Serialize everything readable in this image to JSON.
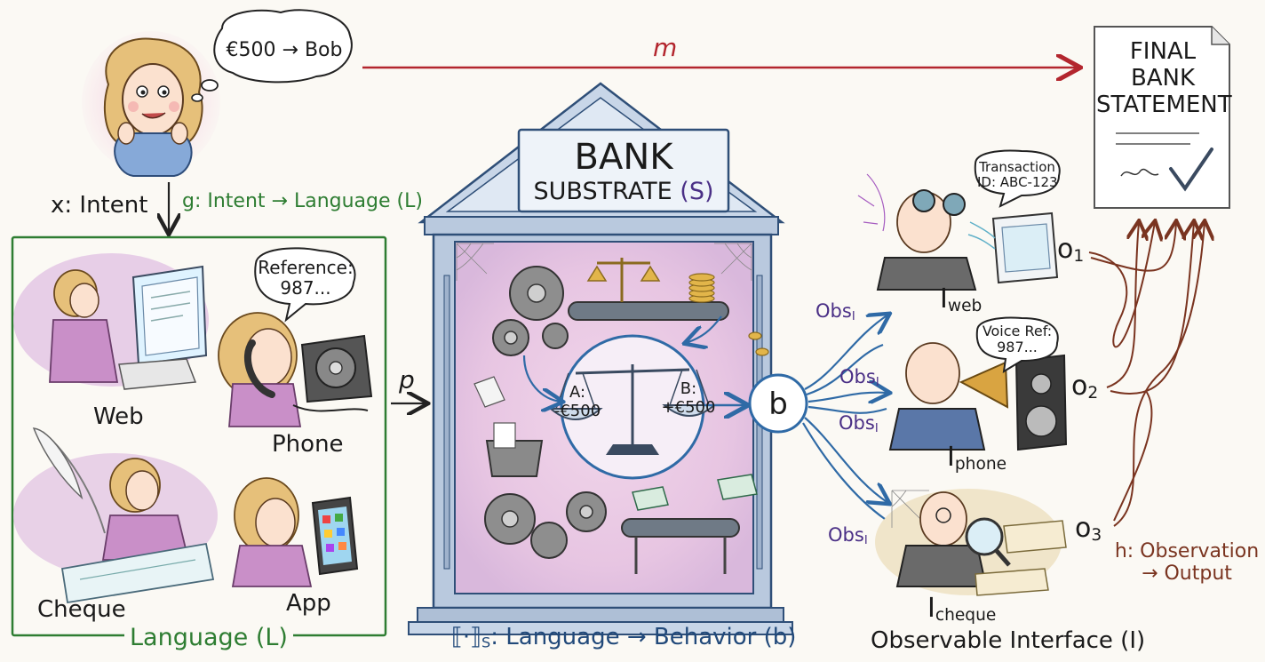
{
  "thought_bubble": "€500 → Bob",
  "arrow_m_label": "m",
  "intent_label": "x: Intent",
  "g_label": "g: Intent → Language (L)",
  "channels": {
    "web": "Web",
    "phone": "Phone",
    "cheque": "Cheque",
    "app": "App",
    "phone_bubble": [
      "Reference:",
      "987..."
    ]
  },
  "language_box_label": "Language (L)",
  "p_label": "p",
  "bank_sign": {
    "line1": "BANK",
    "line2_prefix": "SUBSTRATE",
    "line2_sym": "(S)"
  },
  "scale": {
    "left_top": "A:",
    "left_bottom": "-€500",
    "right_top": "B:",
    "right_bottom": "+€500"
  },
  "behavior_node": "b",
  "semantics_label": {
    "bracket": "⟦·⟧",
    "sub": "S",
    "rest": ": Language → Behavior (b)"
  },
  "obs": {
    "base": "Obs",
    "sub": "I"
  },
  "interfaces": {
    "web": {
      "bubble": [
        "Transaction",
        "ID: ABC-123"
      ],
      "label_base": "I",
      "label_sub": "web",
      "out_base": "o",
      "out_sub": "1"
    },
    "phone": {
      "bubble": [
        "Voice Ref:",
        "987..."
      ],
      "label_base": "I",
      "label_sub": "phone",
      "out_base": "o",
      "out_sub": "2"
    },
    "cheque": {
      "label_base": "I",
      "label_sub": "cheque",
      "out_base": "o",
      "out_sub": "3"
    }
  },
  "interface_group_label": "Observable Interface (I)",
  "statement": [
    "FINAL",
    "BANK",
    "STATEMENT"
  ],
  "h_label": [
    "h: Observation",
    "→ Output"
  ],
  "colors": {
    "green": "#2e7d32",
    "red": "#b3262e",
    "blue": "#2f6aa6",
    "purple": "#4a2f86",
    "brown": "#7a3420",
    "bank": "#b9c9de"
  }
}
